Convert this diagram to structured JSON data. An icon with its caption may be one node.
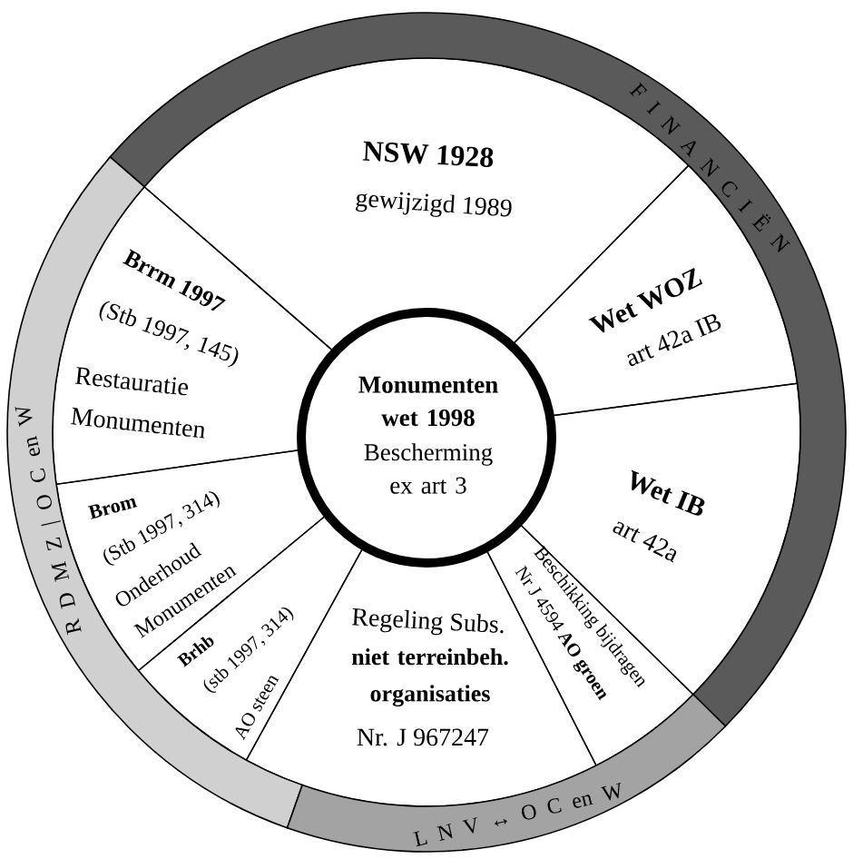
{
  "diagram": {
    "nodes": [
      {
        "text": [
          "NSW 1928",
          "gewijzigd 1989"
        ]
      },
      {
        "text": [
          "Wet WOZ",
          "art 42a IB"
        ]
      },
      {
        "text": [
          "Wet IB",
          "art 42a"
        ]
      },
      {
        "text": [
          "Beschikking bijdragen",
          "Nr J 4594 **AO groen**"
        ]
      },
      {
        "text": [
          "Regeling Subs.",
          "niet terreinbeh. organisaties",
          "Nr. J 967247"
        ]
      },
      {
        "text": [
          "Brhb",
          "(stb 1997, 314)",
          "AO steen"
        ]
      },
      {
        "text": [
          "Brom",
          "(Stb 1997, 314)",
          "Onderhoud Monumenten"
        ]
      },
      {
        "text": [
          "Brrm 1997",
          "(Stb 1997, 145)",
          "Restauratie Monumenten"
        ]
      },
      {
        "text": [
          "Monumenten wet 1998",
          "Bescherming ex art 3"
        ]
      },
      {
        "text": [
          "F I N A N C I Ë N"
        ]
      },
      {
        "text": [
          "R D M Z | O C en W"
        ]
      },
      {
        "text": [
          "L N V ↔ O C en W"
        ]
      }
    ]
  }
}
